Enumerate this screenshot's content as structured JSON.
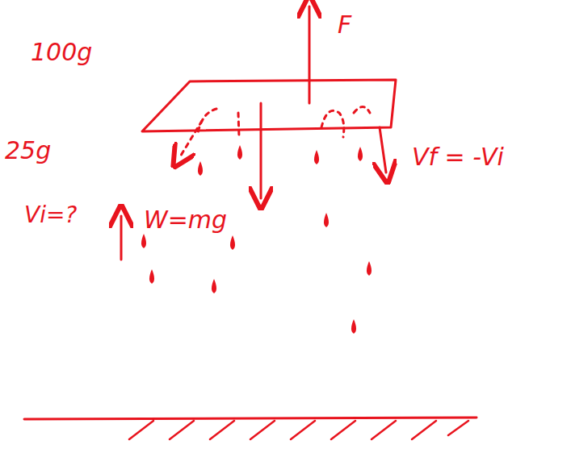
{
  "diagram": {
    "labels": [
      "F",
      "100g",
      "25g",
      "Vi=?",
      "W=mg",
      "Vf = -Vi"
    ]
  }
}
